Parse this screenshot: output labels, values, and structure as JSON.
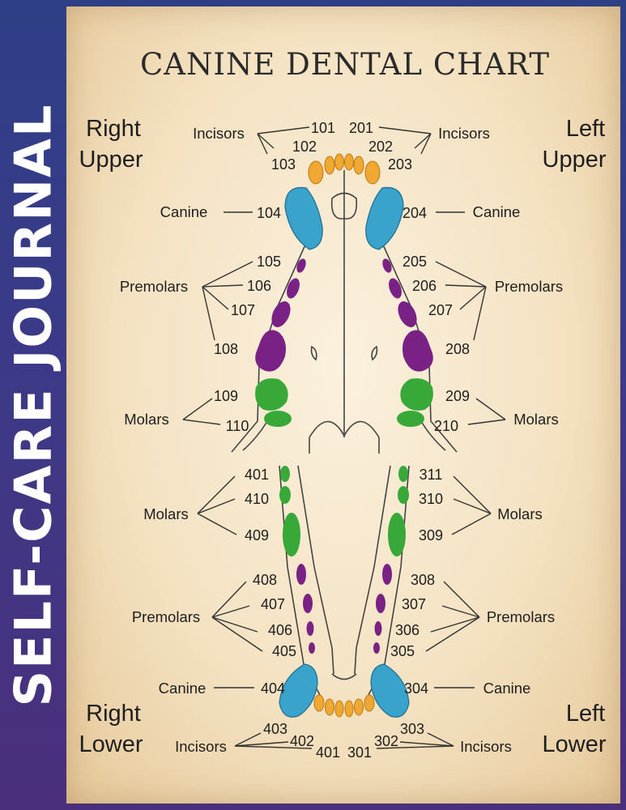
{
  "spine": {
    "title": "SELF-CARE JOURNAL"
  },
  "chart": {
    "title": "CANINE DENTAL CHART",
    "quadrants": {
      "right_upper": [
        "Right",
        "Upper"
      ],
      "left_upper": [
        "Left",
        "Upper"
      ],
      "right_lower": [
        "Right",
        "Lower"
      ],
      "left_lower": [
        "Left",
        "Lower"
      ]
    },
    "labels": {
      "incisors": "Incisors",
      "canine": "Canine",
      "premolars": "Premolars",
      "molars": "Molars"
    },
    "teeth": {
      "upper_right": {
        "incisors": [
          "101",
          "102",
          "103"
        ],
        "canine": "104",
        "premolars": [
          "105",
          "106",
          "107",
          "108"
        ],
        "molars": [
          "109",
          "110"
        ]
      },
      "upper_left": {
        "incisors": [
          "201",
          "202",
          "203"
        ],
        "canine": "204",
        "premolars": [
          "205",
          "206",
          "207",
          "208"
        ],
        "molars": [
          "209",
          "210"
        ]
      },
      "lower_right": {
        "molars": [
          "401",
          "410",
          "409"
        ],
        "premolars": [
          "408",
          "407",
          "406",
          "405"
        ],
        "canine": "404",
        "incisors": [
          "403",
          "402",
          "401"
        ]
      },
      "lower_left": {
        "molars": [
          "311",
          "310",
          "309"
        ],
        "premolars": [
          "308",
          "307",
          "306",
          "305"
        ],
        "canine": "304",
        "incisors": [
          "303",
          "302",
          "301"
        ]
      }
    },
    "colors": {
      "incisor": "#f0a832",
      "canine": "#3aa3cc",
      "premolar": "#7a2186",
      "molar": "#38a838"
    }
  }
}
